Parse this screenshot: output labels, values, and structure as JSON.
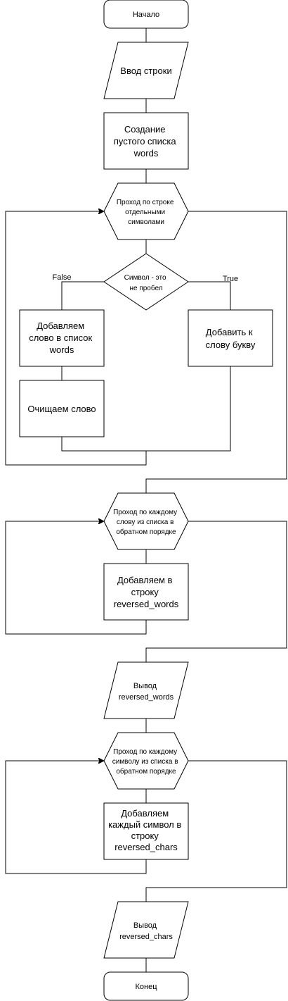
{
  "nodes": {
    "start": {
      "lines": [
        "Начало"
      ]
    },
    "input": {
      "lines": [
        "Ввод строки"
      ]
    },
    "create_list": {
      "lines": [
        "Создание",
        "пустого списка",
        "words"
      ]
    },
    "loop_chars": {
      "lines": [
        "Проход по строке",
        "отдельными",
        "символами"
      ]
    },
    "check_space": {
      "lines": [
        "Символ - это",
        "не пробел"
      ]
    },
    "add_word": {
      "lines": [
        "Добавляем",
        "слово в список",
        "words"
      ]
    },
    "clear_word": {
      "lines": [
        "Очищаем слово"
      ]
    },
    "add_letter": {
      "lines": [
        "Добавить к",
        "слову букву"
      ]
    },
    "loop_words": {
      "lines": [
        "Проход по каждому",
        "слову из списка в",
        "обратном порядке"
      ]
    },
    "append_words": {
      "lines": [
        "Добавляем в",
        "строку",
        "reversed_words"
      ]
    },
    "output_words": {
      "lines": [
        "Вывод",
        "reversed_words"
      ]
    },
    "loop_symbols": {
      "lines": [
        "Проход по каждому",
        "символу из списка в",
        "обратном порядке"
      ]
    },
    "append_chars": {
      "lines": [
        "Добавляем",
        "каждый символ в",
        "строку",
        "reversed_chars"
      ]
    },
    "output_chars": {
      "lines": [
        "Вывод",
        "reversed_chars"
      ]
    },
    "end": {
      "lines": [
        "Конец"
      ]
    }
  },
  "edge_labels": {
    "false_label": "False",
    "true_label": "True"
  }
}
